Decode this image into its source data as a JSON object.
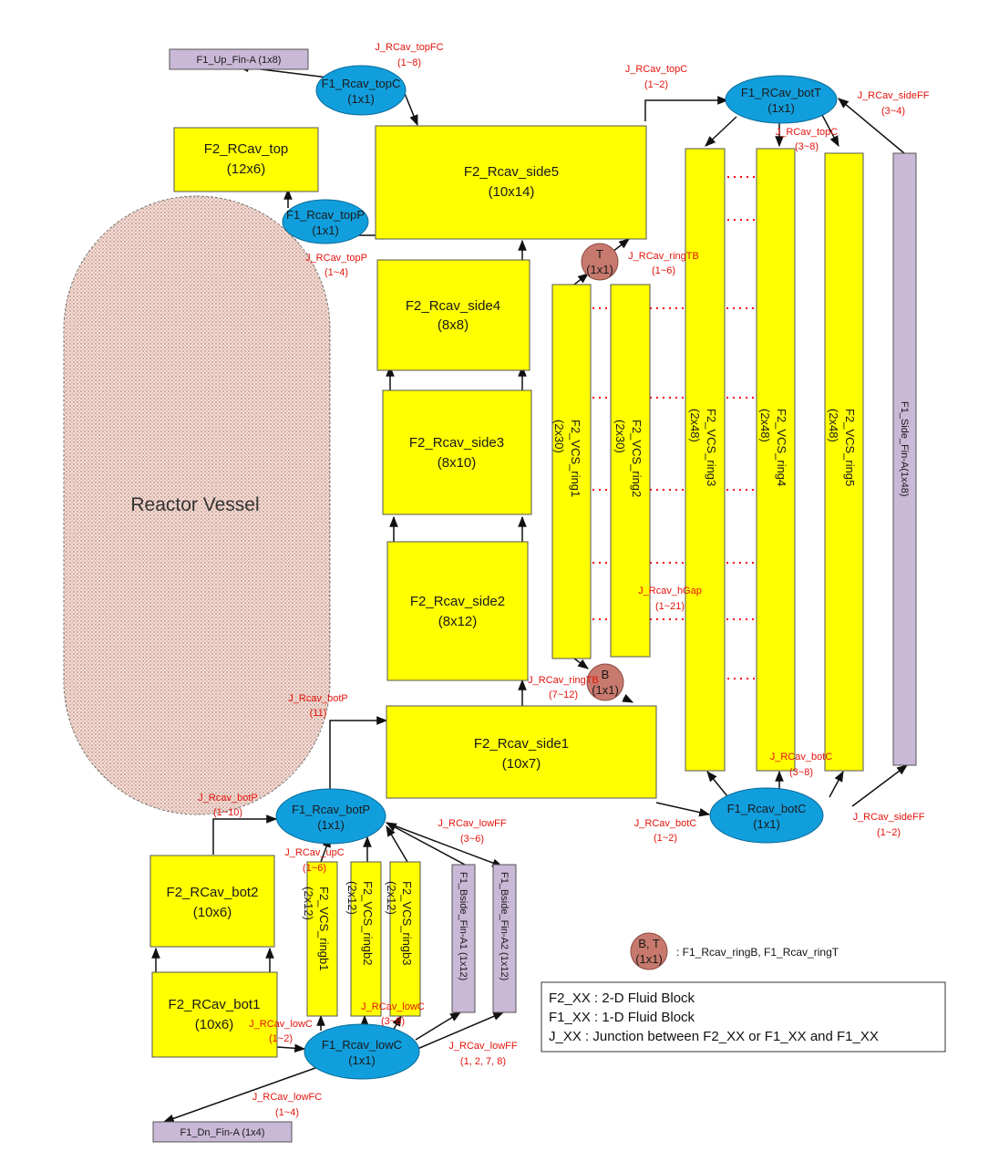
{
  "colors": {
    "fluid_2d": "#ffff00",
    "fluid_2d_stroke": "#555555",
    "fluid_1d": "#c9b8d6",
    "junction_node": "#119edd",
    "ring_node": "#c8796d",
    "junction_text": "#e4130c",
    "vessel_fill": "#f8dcd3",
    "dotted_arrow": "#ff0000"
  },
  "vessel": {
    "label": "Reactor Vessel"
  },
  "blocks": {
    "rcav_top": {
      "name": "F2_RCav_top",
      "size": "(12x6)"
    },
    "side5": {
      "name": "F2_Rcav_side5",
      "size": "(10x14)"
    },
    "side4": {
      "name": "F2_Rcav_side4",
      "size": "(8x8)"
    },
    "side3": {
      "name": "F2_Rcav_side3",
      "size": "(8x10)"
    },
    "side2": {
      "name": "F2_Rcav_side2",
      "size": "(8x12)"
    },
    "side1": {
      "name": "F2_Rcav_side1",
      "size": "(10x7)"
    },
    "bot2": {
      "name": "F2_RCav_bot2",
      "size": "(10x6)"
    },
    "bot1": {
      "name": "F2_RCav_bot1",
      "size": "(10x6)"
    },
    "ring1": {
      "name": "F2_VCS_ring1",
      "size": "(2x30)"
    },
    "ring2": {
      "name": "F2_VCS_ring2",
      "size": "(2x30)"
    },
    "ring3": {
      "name": "F2_VCS_ring3",
      "size": "(2x48)"
    },
    "ring4": {
      "name": "F2_VCS_ring4",
      "size": "(2x48)"
    },
    "ring5": {
      "name": "F2_VCS_ring5",
      "size": "(2x48)"
    },
    "ringb1": {
      "name": "F2_VCS_ringb1",
      "size": "(2x12)"
    },
    "ringb2": {
      "name": "F2_VCS_ringb2",
      "size": "(2x12)"
    },
    "ringb3": {
      "name": "F2_VCS_ringb3",
      "size": "(2x12)"
    }
  },
  "fins": {
    "up": "F1_Up_Fin-A (1x8)",
    "dn": "F1_Dn_Fin-A (1x4)",
    "side": "F1_Side_Fin-A(1x48)",
    "bside1": "F1_Bside_Fin-A1 (1x12)",
    "bside2": "F1_Bside_Fin-A2 (1x12)"
  },
  "nodes": {
    "topc": {
      "name": "F1_Rcav_topC",
      "size": "(1x1)"
    },
    "topp": {
      "name": "F1_Rcav_topP",
      "size": "(1x1)"
    },
    "bott": {
      "name": "F1_RCav_botT",
      "size": "(1x1)"
    },
    "botp": {
      "name": "F1_Rcav_botP",
      "size": "(1x1)"
    },
    "botc": {
      "name": "F1_Rcav_botC",
      "size": "(1x1)"
    },
    "lowc": {
      "name": "F1_Rcav_lowC",
      "size": "(1x1)"
    },
    "ringT": {
      "name": "T",
      "size": "(1x1)"
    },
    "ringB": {
      "name": "B",
      "size": "(1x1)"
    }
  },
  "junctions": {
    "topFC": [
      "J_RCav_topFC",
      "(1~8)"
    ],
    "topC_a": [
      "J_RCav_topC",
      "(1~2)"
    ],
    "sideFF_top": [
      "J_RCav_sideFF",
      "(3~4)"
    ],
    "topC_b": [
      "J_RCav_topC",
      "(3~8)"
    ],
    "topP": [
      "J_RCav_topP",
      "(1~4)"
    ],
    "ringTB_top": [
      "J_RCav_ringTB",
      "(1~6)"
    ],
    "hGap": [
      "J_Rcav_hGap",
      "(1~21)"
    ],
    "ringTB_bot": [
      "J_RCav_ringTB",
      "(7~12)"
    ],
    "botP_a": [
      "J_Rcav_botP",
      "(11)"
    ],
    "botP_b": [
      "J_Rcav_botP",
      "(1~10)"
    ],
    "botC_a": [
      "J_RCav_botC",
      "(3~8)"
    ],
    "botC_b": [
      "J_RCav_botC",
      "(1~2)"
    ],
    "sideFF_bot": [
      "J_RCav_sideFF",
      "(1~2)"
    ],
    "lowFF_a": [
      "J_RCav_lowFF",
      "(3~6)"
    ],
    "upC": [
      "J_RCav_upC",
      "(1~6)"
    ],
    "lowC_a": [
      "J_RCav_lowC",
      "(1~2)"
    ],
    "lowC_b": [
      "J_RCav_lowC",
      "(3~8)"
    ],
    "lowFF_b": [
      "J_RCav_lowFF",
      "(1, 2, 7, 8)"
    ],
    "lowFC": [
      "J_RCav_lowFC",
      "(1~4)"
    ]
  },
  "legend": {
    "node_label": "B, T",
    "node_size": "(1x1)",
    "node_desc": ": F1_Rcav_ringB, F1_Rcav_ringT",
    "lines": [
      "F2_XX : 2-D Fluid Block",
      "F1_XX : 1-D Fluid Block",
      "J_XX : Junction between F2_XX or F1_XX and F1_XX"
    ]
  }
}
